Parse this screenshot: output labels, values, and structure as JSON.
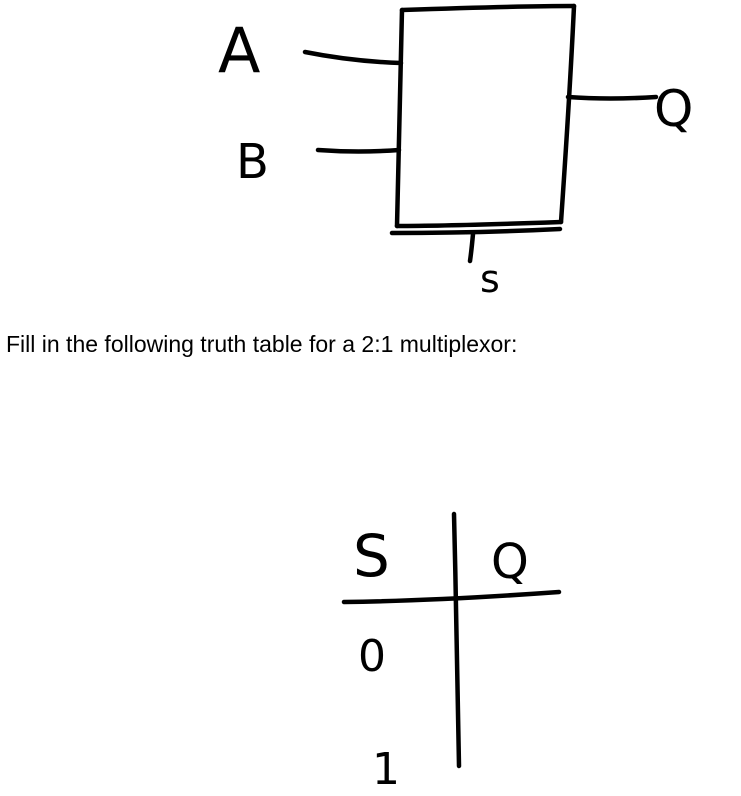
{
  "diagram": {
    "inputs": [
      "A",
      "B"
    ],
    "output": "Q",
    "select": "s"
  },
  "instruction": "Fill in the following truth table for a 2:1 multiplexor:",
  "truth_table": {
    "headers": [
      "S",
      "Q"
    ],
    "rows": [
      {
        "s": "0",
        "q": ""
      },
      {
        "s": "1",
        "q": ""
      }
    ]
  }
}
